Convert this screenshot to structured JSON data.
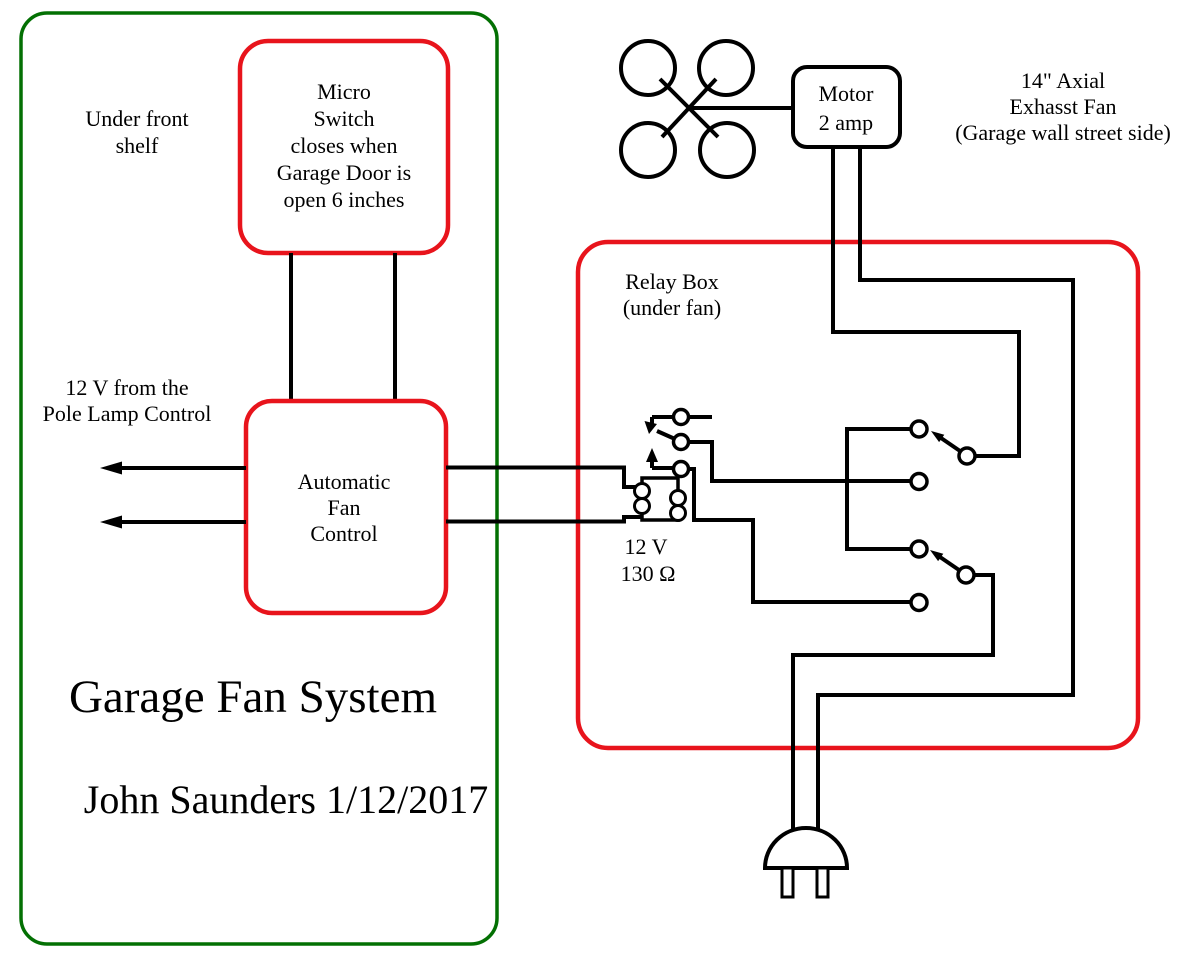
{
  "diagram": {
    "title": "Garage Fan System",
    "author_date": "John Saunders 1/12/2017",
    "colors": {
      "green": "#037003",
      "red": "#e8141c",
      "wire": "#000000",
      "bg": "#ffffff"
    },
    "garage_area": {
      "under_front_shelf": {
        "lines": [
          "Under front",
          "shelf"
        ]
      },
      "micro_switch_box": {
        "lines": [
          "Micro",
          "Switch",
          "closes when",
          "Garage Door is",
          "open 6 inches"
        ]
      },
      "pole_lamp_note": {
        "lines": [
          "12 V from the",
          "Pole Lamp Control"
        ]
      },
      "fan_control_box": {
        "lines": [
          "Automatic",
          "Fan",
          "Control"
        ]
      }
    },
    "fan_section": {
      "motor_box": {
        "lines": [
          "Motor",
          "2 amp"
        ]
      },
      "exhaust_fan_note": {
        "lines": [
          "14\" Axial",
          "Exhasst Fan",
          "(Garage wall street side)"
        ]
      }
    },
    "relay_section": {
      "relay_box_label": {
        "lines": [
          "Relay Box",
          "(under fan)"
        ]
      },
      "coil_voltage": "12 V",
      "coil_resistance": "130 Ω"
    },
    "icons": [
      "fan-icon",
      "motor-box",
      "relay-coil-icon",
      "toggle-switch-icon",
      "power-plug-icon",
      "left-arrow-icon",
      "up-arrow-icon"
    ]
  }
}
